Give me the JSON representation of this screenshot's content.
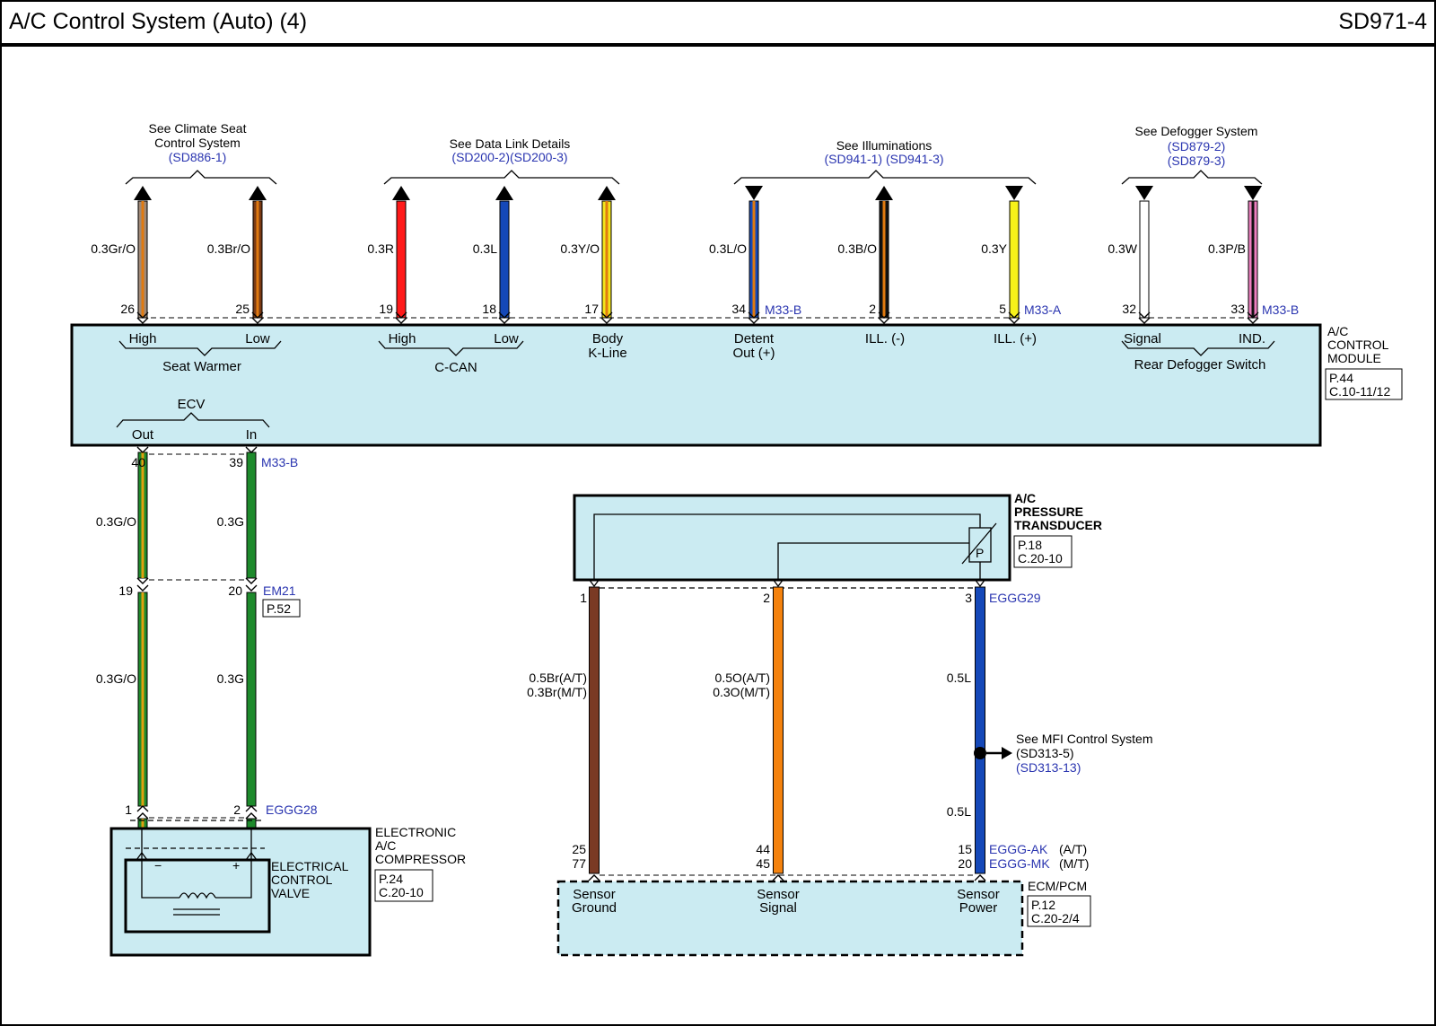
{
  "header": {
    "title": "A/C Control System (Auto) (4)",
    "code": "SD971-4"
  },
  "refs": {
    "climate_seat": {
      "line1": "See Climate Seat",
      "line2": "Control System",
      "code": "(SD886-1)"
    },
    "data_link": {
      "line1": "See Data Link Details",
      "code": "(SD200-2)(SD200-3)"
    },
    "illum": {
      "line1": "See Illuminations",
      "code": "(SD941-1) (SD941-3)"
    },
    "defogger": {
      "line1": "See Defogger System",
      "code1": "(SD879-2)",
      "code2": "(SD879-3)"
    },
    "mfi": {
      "line1": "See MFI Control System",
      "code1": "(SD313-5)",
      "code2": "(SD313-13)"
    }
  },
  "top_wires": [
    {
      "name": "gr-o",
      "label": "0.3Gr/O",
      "pin": "26",
      "base": "#a08a78",
      "stripe": "#e07a10",
      "dir": "up"
    },
    {
      "name": "br-o",
      "label": "0.3Br/O",
      "pin": "25",
      "base": "#7a3a14",
      "stripe": "#e07a10",
      "dir": "up"
    },
    {
      "name": "r",
      "label": "0.3R",
      "pin": "19",
      "base": "#ff1a1a",
      "stripe": "",
      "dir": "up"
    },
    {
      "name": "l",
      "label": "0.3L",
      "pin": "18",
      "base": "#1548b8",
      "stripe": "",
      "dir": "up"
    },
    {
      "name": "y-o",
      "label": "0.3Y/O",
      "pin": "17",
      "base": "#f2e51c",
      "stripe": "#e07a10",
      "dir": "up"
    },
    {
      "name": "l-o",
      "label": "0.3L/O",
      "pin": "34",
      "base": "#1548b8",
      "stripe": "#e07a10",
      "dir": "down"
    },
    {
      "name": "b-o",
      "label": "0.3B/O",
      "pin": "2",
      "base": "#111111",
      "stripe": "#e07a10",
      "dir": "up"
    },
    {
      "name": "y",
      "label": "0.3Y",
      "pin": "5",
      "base": "#f7f21a",
      "stripe": "",
      "dir": "down"
    },
    {
      "name": "w",
      "label": "0.3W",
      "pin": "32",
      "base": "#ffffff",
      "stripe": "",
      "dir": "down"
    },
    {
      "name": "p-b",
      "label": "0.3P/B",
      "pin": "33",
      "base": "#ee7fc0",
      "stripe": "#111111",
      "dir": "down"
    }
  ],
  "connectors": {
    "m33b_top": "M33-B",
    "m33a": "M33-A",
    "m33b_right": "M33-B",
    "m33b_ecv": "M33-B",
    "em21": "EM21",
    "em21_page": "P.52",
    "eggg28": "EGGG28",
    "eggg29": "EGGG29",
    "eggg_ak": "EGGG-AK",
    "eggg_ak_suffix": "(A/T)",
    "eggg_mk": "EGGG-MK",
    "eggg_mk_suffix": "(M/T)"
  },
  "module": {
    "pins": [
      "High",
      "Low",
      "High",
      "Low",
      "Body",
      "K-Line",
      "Detent",
      "Out (+)",
      "ILL. (-)",
      "ILL. (+)",
      "Signal",
      "IND."
    ],
    "groups": {
      "seat_warmer": "Seat Warmer",
      "ccan": "C-CAN",
      "rear_defogger": "Rear Defogger Switch",
      "ecv": "ECV",
      "out": "Out",
      "in": "In"
    },
    "name": [
      "A/C",
      "CONTROL",
      "MODULE"
    ],
    "page": "P.44",
    "conn": "C.10-11/12"
  },
  "ecv_wires": {
    "label_o": "0.3G/O",
    "label_g": "0.3G",
    "pin40": "40",
    "pin39": "39",
    "pin19": "19",
    "pin20": "20",
    "pin1": "1",
    "pin2": "2",
    "green": "#1e8a2c",
    "stripe": "#e0a010"
  },
  "compressor": {
    "name": [
      "ELECTRONIC",
      "A/C",
      "COMPRESSOR"
    ],
    "page": "P.24",
    "conn": "C.20-10",
    "valve": [
      "ELECTRICAL",
      "CONTROL",
      "VALVE"
    ],
    "minus": "−",
    "plus": "+"
  },
  "transducer": {
    "name": [
      "A/C",
      "PRESSURE",
      "TRANSDUCER"
    ],
    "page": "P.18",
    "conn": "C.20-10",
    "p": "P",
    "pin1": "1",
    "pin2": "2",
    "pin3": "3"
  },
  "sensor_wires": {
    "ground": {
      "l1": "0.5Br(A/T)",
      "l2": "0.3Br(M/T)",
      "p1": "25",
      "p2": "77",
      "color": "#7a3a24"
    },
    "signal": {
      "l1": "0.5O(A/T)",
      "l2": "0.3O(M/T)",
      "p1": "44",
      "p2": "45",
      "color": "#f4820e"
    },
    "power": {
      "l1": "0.5L",
      "l2": "0.5L",
      "p1": "15",
      "p2": "20",
      "color": "#1548b8"
    }
  },
  "ecm": {
    "name": "ECM/PCM",
    "page": "P.12",
    "conn": "C.20-2/4",
    "pins": [
      "Sensor",
      "Ground",
      "Sensor",
      "Signal",
      "Sensor",
      "Power"
    ]
  },
  "colors": {
    "module_fill": "#cbebf2",
    "ref_blue": "#2a35b0",
    "frame": "#000000"
  }
}
